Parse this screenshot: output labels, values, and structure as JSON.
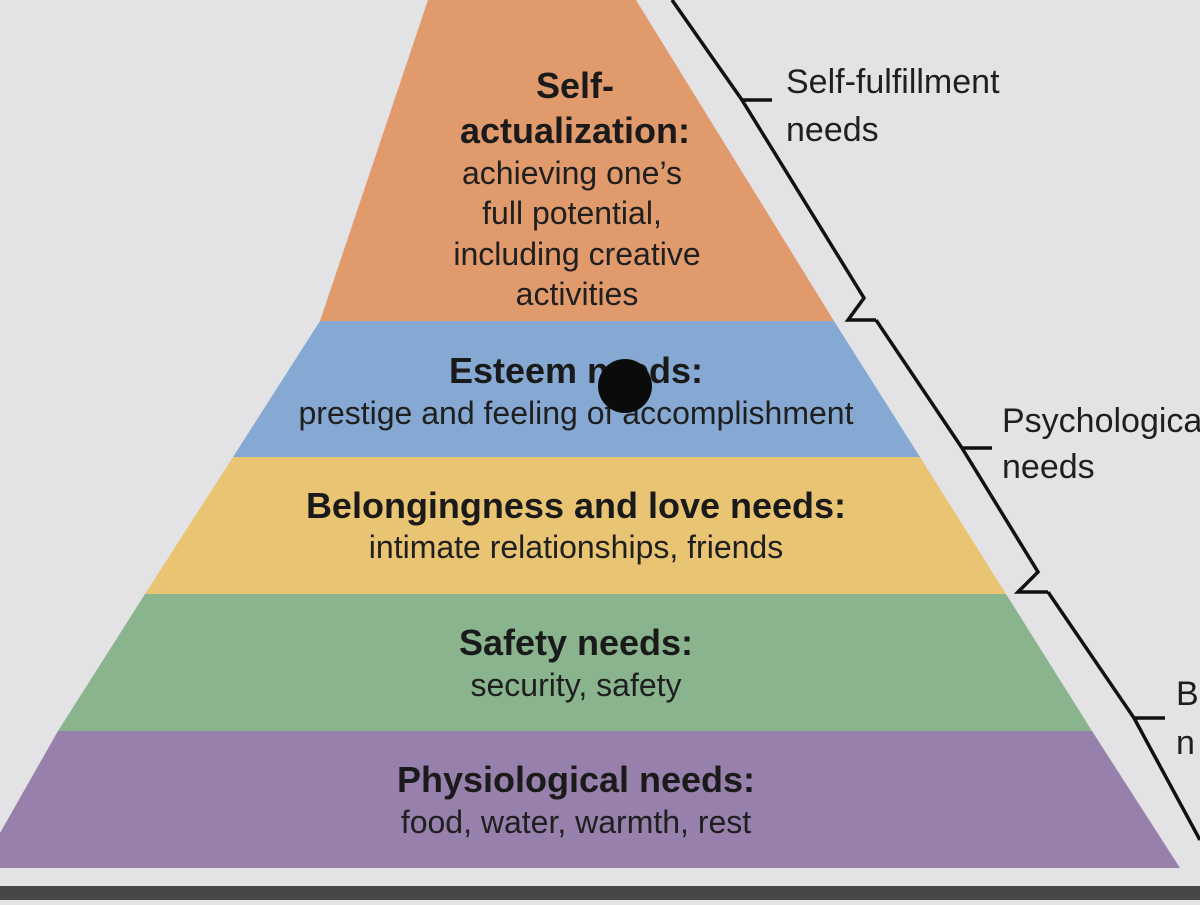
{
  "levels": [
    {
      "id": "self-actualization",
      "title_lines": [
        "Self-",
        "actualization:"
      ],
      "desc_lines": [
        "achieving one’s",
        "full potential,",
        "including creative",
        "activities"
      ],
      "color": "#e09a6c"
    },
    {
      "id": "esteem",
      "title_lines": [
        "Esteem needs:"
      ],
      "desc_lines": [
        "prestige and feeling of accomplishment"
      ],
      "color": "#86a9d3"
    },
    {
      "id": "belongingness",
      "title_lines": [
        "Belongingness and love needs:"
      ],
      "desc_lines": [
        "intimate relationships, friends"
      ],
      "color": "#e9c473"
    },
    {
      "id": "safety",
      "title_lines": [
        "Safety needs:"
      ],
      "desc_lines": [
        "security, safety"
      ],
      "color": "#8ab48e"
    },
    {
      "id": "physiological",
      "title_lines": [
        "Physiological needs:"
      ],
      "desc_lines": [
        "food, water, warmth, rest"
      ],
      "color": "#9780ac"
    }
  ],
  "groups": [
    {
      "id": "self-fulfillment",
      "lines": [
        "Self-fulfillment",
        "needs"
      ]
    },
    {
      "id": "psychological",
      "lines": [
        "Psychologica",
        "needs"
      ]
    },
    {
      "id": "basic",
      "lines": [
        "B",
        "n"
      ]
    }
  ],
  "colors": {
    "background": "#e3e3e5",
    "bottom_bar": "#474747",
    "bracket": "#111111"
  }
}
